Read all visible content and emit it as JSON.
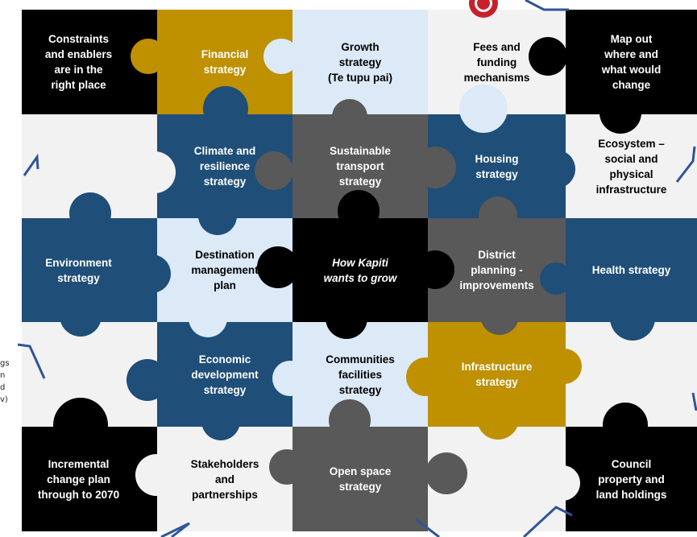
{
  "palette": {
    "black": "#000000",
    "gold": "#bf9000",
    "light_blue": "#dce9f7",
    "white": "#f2f2f2",
    "navy": "#1f4e79",
    "grey": "#595959",
    "accent_line": "#2f5597",
    "logo_red": "#c8202a"
  },
  "tiles": [
    {
      "id": "constraints",
      "text": "Constraints\nand enablers\nare in the\nright place",
      "fill": "black",
      "text_color": "#ffffff"
    },
    {
      "id": "financial",
      "text": "Financial\nstrategy",
      "fill": "gold",
      "text_color": "#ffffff"
    },
    {
      "id": "growth",
      "text": "Growth\nstrategy\n(Te tupu pai)",
      "fill": "light_blue",
      "text_color": "#000000"
    },
    {
      "id": "fees",
      "text": "Fees and\nfunding\nmechanisms",
      "fill": "white",
      "text_color": "#000000"
    },
    {
      "id": "mapout",
      "text": "Map out\nwhere and\nwhat would\nchange",
      "fill": "black",
      "text_color": "#ffffff"
    },
    {
      "id": "blank-r2c1",
      "text": "",
      "fill": "white",
      "text_color": "#000000"
    },
    {
      "id": "climate",
      "text": "Climate and\nresilience\nstrategy",
      "fill": "navy",
      "text_color": "#ffffff"
    },
    {
      "id": "transport",
      "text": "Sustainable\ntransport\nstrategy",
      "fill": "grey",
      "text_color": "#ffffff"
    },
    {
      "id": "housing",
      "text": "Housing\nstrategy",
      "fill": "navy",
      "text_color": "#ffffff"
    },
    {
      "id": "ecosystem",
      "text": "Ecosystem –\nsocial and\nphysical\ninfrastructure",
      "fill": "white",
      "text_color": "#000000"
    },
    {
      "id": "environment",
      "text": "Environment\nstrategy",
      "fill": "navy",
      "text_color": "#ffffff"
    },
    {
      "id": "destination",
      "text": "Destination\nmanagement\nplan",
      "fill": "light_blue",
      "text_color": "#000000"
    },
    {
      "id": "how-kapiti",
      "text": "How Kapiti\nwants to grow",
      "fill": "black",
      "text_color": "#ffffff",
      "italic": true
    },
    {
      "id": "district",
      "text": "District\nplanning -\nimprovements",
      "fill": "grey",
      "text_color": "#ffffff"
    },
    {
      "id": "health",
      "text": "Health strategy",
      "fill": "navy",
      "text_color": "#ffffff"
    },
    {
      "id": "blank-r4c1",
      "text": "",
      "fill": "white",
      "text_color": "#000000"
    },
    {
      "id": "economic",
      "text": "Economic\ndevelopment\nstrategy",
      "fill": "navy",
      "text_color": "#ffffff"
    },
    {
      "id": "communities",
      "text": "Communities\nfacilities\nstrategy",
      "fill": "light_blue",
      "text_color": "#000000"
    },
    {
      "id": "infrastructure",
      "text": "Infrastructure\nstrategy",
      "fill": "gold",
      "text_color": "#ffffff"
    },
    {
      "id": "blank-r4c5",
      "text": "",
      "fill": "white",
      "text_color": "#000000"
    },
    {
      "id": "incremental",
      "text": "Incremental\nchange plan\nthrough to 2070",
      "fill": "black",
      "text_color": "#ffffff"
    },
    {
      "id": "stakeholders",
      "text": "Stakeholders\nand\npartnerships",
      "fill": "white",
      "text_color": "#000000"
    },
    {
      "id": "openspace",
      "text": "Open space\nstrategy",
      "fill": "grey",
      "text_color": "#ffffff"
    },
    {
      "id": "blank-r5c4",
      "text": "",
      "fill": "white",
      "text_color": "#000000"
    },
    {
      "id": "council",
      "text": "Council\nproperty and\nland holdings",
      "fill": "black",
      "text_color": "#ffffff"
    }
  ],
  "edge_fragment_text": "gs\nn\nd\nv)"
}
